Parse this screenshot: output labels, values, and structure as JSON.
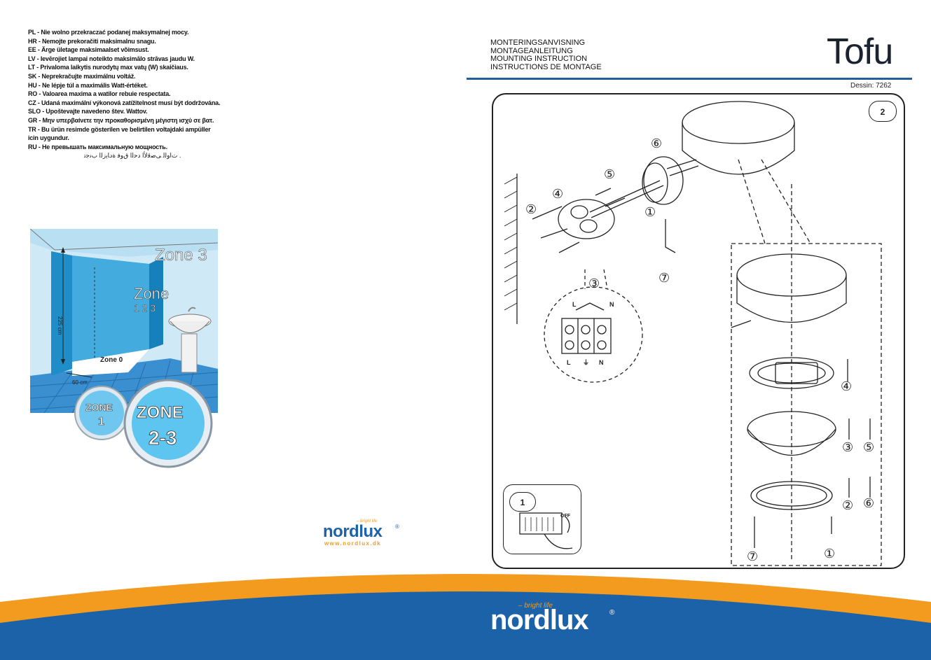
{
  "warnings": [
    "PL - Nie wolno przekraczać podanej maksymalnej mocy.",
    "HR - Nemojte prekoračiti maksimalnu snagu.",
    "EE - Ärge ületage maksimaalset võimsust.",
    "LV - Ievērojiet lampai noteikto maksimālo strāvas jaudu W.",
    "LT - Privaloma laikytis nurodytų max vatų (W) skaičiaus.",
    "SK - Neprekračujte maximálnu voltáž.",
    "HU - Ne lépje túl a maximális Watt-értéket.",
    "RO - Valoarea maxima a watilor rebuie respectata.",
    "CZ - Udaná maximální výkonová zatížitelnost musí být dodržována.",
    "SLO - Upoštevajte navedeno štev. Wattov.",
    "GR - Μην υπερβαίνετε την προκαθορισμένη μέγιστη ισχύ σε βατ.",
    "TR - Bu ürün resimde gösterilen ve belirtilen voltajdaki ampüller icin uygundur.",
    "RU - Не превышать максимальную мощность."
  ],
  "warning_arabic": ". ﺕﺍﻭﻟﻟ ﻰﺻﻗﻷﺍ ﺩﺣﻟﺍ ﻕﻭﻓ ﺓﺩﺎﻳﺯﻟﺍ ﺏﻧﺟﺗ",
  "zones": {
    "zone3": "Zone 3",
    "zone12": "Zone",
    "zone12_nums": "1   2   3",
    "zone0": "Zone 0",
    "height": "225 cm",
    "width": "60 cm",
    "badge_small": "ZONE",
    "badge_small_num": "1",
    "badge_big": "ZONE",
    "badge_big_num": "2-3"
  },
  "logo_small": {
    "tagline": "– bright life",
    "word": "nordlux",
    "reg": "®",
    "url": "www.nordlux.dk"
  },
  "header": {
    "lines": [
      "MONTERINGSANVISNING",
      "MONTAGEANLEITUNG",
      "MOUNTING INSTRUCTION",
      "INSTRUCTIONS DE MONTAGE"
    ],
    "title": "Tofu",
    "dessin": "Dessin: 7262"
  },
  "panel": {
    "page_number": "2",
    "step1_number": "1",
    "off_label": "OFF",
    "terminal": {
      "top_L": "L",
      "top_N": "N",
      "bottom_L": "L",
      "bottom_earth": "⏚",
      "bottom_N": "N"
    },
    "callouts": [
      "①",
      "②",
      "③",
      "④",
      "⑤",
      "⑥",
      "⑦"
    ]
  },
  "logo_big": {
    "tagline": "– bright life",
    "word": "nordlux",
    "reg": "®"
  },
  "colors": {
    "blue": "#1b62a8",
    "orange": "#f39b1f",
    "rule": "#1f5f9a",
    "zone_bg": "#cfe9f7"
  }
}
